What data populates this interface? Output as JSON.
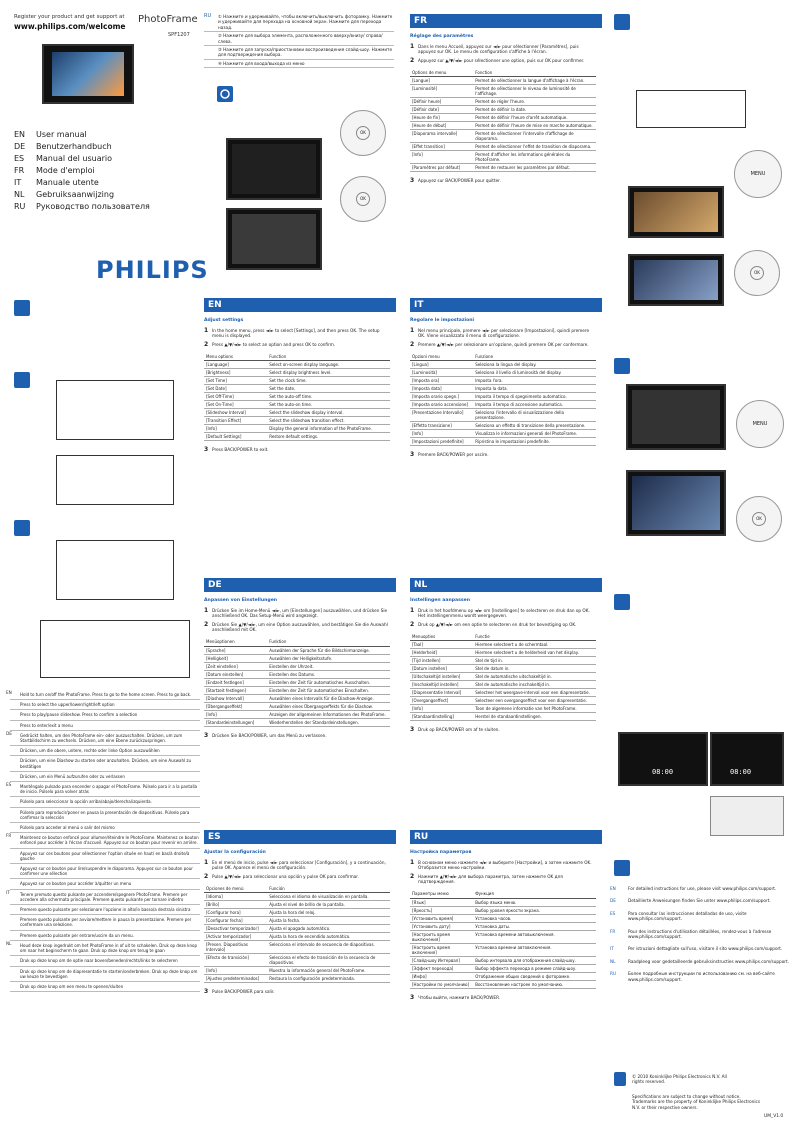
{
  "cover": {
    "register_line1": "Register your product and get support at",
    "register_url": "www.philips.com/welcome",
    "product_title": "PhotoFrame",
    "model": "SPF1207",
    "brand": "PHILIPS",
    "manuals": [
      {
        "code": "EN",
        "title": "User manual"
      },
      {
        "code": "DE",
        "title": "Benutzerhandbuch"
      },
      {
        "code": "ES",
        "title": "Manual del usuario"
      },
      {
        "code": "FR",
        "title": "Mode d'emploi"
      },
      {
        "code": "IT",
        "title": "Manuale utente"
      },
      {
        "code": "NL",
        "title": "Gebruiksaanwijzing"
      },
      {
        "code": "RU",
        "title": "Руководство пользователя"
      }
    ]
  },
  "ru_buttons": {
    "code": "RU",
    "items": [
      "Нажмите и удерживайте, чтобы включить/выключить фотоpамку. Нажмите и удерживайте для перехода на основной экран. Нажмите для перехода назад.",
      "Нажмите для выбора элемента, расположенного вверху/внизу/ справа/слева.",
      "Нажмите для запуска/приостановки воспроизведения слайд-шоу. Нажмите для подтверждения выбора.",
      "Нажмите для входа/выхода из меню"
    ]
  },
  "button_list": [
    {
      "lang": "EN",
      "items": [
        "Hold to turn on/off the PhotoFrame. Press to go to the home screen. Press to go back.",
        "Press to select the upper/lower/right/left option",
        "Press to play/pause slideshow. Press to confirm a selection",
        "Press to enter/exit a menu"
      ]
    },
    {
      "lang": "DE",
      "items": [
        "Gedrückt halten, um den PhotoFrame ein- oder auszuschalten. Drücken, um zum Startbildschirm zu wechseln. Drücken, um eine Ebene zurückzuspringen.",
        "Drücken, um die obere, untere, rechte oder linke Option auszuwählen",
        "Drücken, um eine Diashow zu starten oder anzuhalten. Drücken, um eine Auswahl zu bestätigen",
        "Drücken, um ein Menü aufzurufen oder zu verlassen"
      ]
    },
    {
      "lang": "ES",
      "items": [
        "Manténgalo pulsado para encender o apagar el PhotoFrame. Púlselo para ir a la pantalla de inicio. Púlselo para volver atrás",
        "Púlselo para seleccionar la opción arriba/abajo/derecha/izquierda.",
        "Púlselo para reproducir/poner en pausa la presentación de diapositivas. Púlselo para confirmar la selección",
        "Púlselo para acceder al menú o salir del mismo"
      ]
    },
    {
      "lang": "FR",
      "items": [
        "Maintenez ce bouton enfoncé pour allumer/éteindre le PhotoFrame. Maintenez ce bouton enfoncé pour accéder à l'écran d'accueil. Appuyez sur ce bouton pour revenir en arrière.",
        "Appuyez sur ces boutons pour sélectionner l'option située en haut/ en bas/à droite/à gauche",
        "Appuyez sur ce bouton pour lire/suspendre le diaporama. Appuyez sur ce bouton pour confirmer une sélection",
        "Appuyez sur ce bouton pour accéder à/quitter un menu"
      ]
    },
    {
      "lang": "IT",
      "items": [
        "Tenere premuto questo pulsante per accendere/spegnere PhotoFrame. Premere per accedere alla schermata principale. Premere questo pulsante per tornare indietro",
        "Premere questo pulsante per selezionare l'opzione in alto/in basso/a destra/a sinistra",
        "Premere questo pulsante per avviare/mettere in pausa la presentazione. Premere per confermare una selezione.",
        "Premere questo pulsante per entrare/uscire da un menu."
      ]
    },
    {
      "lang": "NL",
      "items": [
        "Houd deze knop ingedrukt om het PhotoFrame in of uit te schakelen. Druk op deze knop om naar het beginscherm te gaan. Druk op deze knop om terug te gaan",
        "Druk op deze knop om de optie naar boven/beneden/rechts/links te selecteren",
        "Druk op deze knop om de diapresentatie te starten/onderbreken. Druk op deze knop om uw keuze te bevestigen",
        "Druk op deze knop om een menu te openen/sluiten"
      ]
    }
  ],
  "sections": {
    "EN": {
      "header": "EN",
      "subhead": "Adjust settings",
      "steps": [
        "In the home menu, press ◄/► to select [Settings], and then press OK. The setup menu is displayed.",
        "Press ▲/▼/◄/► to select an option and press OK to confirm."
      ],
      "table_head": [
        "Menu options",
        "Function"
      ],
      "rows": [
        [
          "[Language]",
          "Select on-screen display language."
        ],
        [
          "[Brightness]",
          "Select display brightness level."
        ],
        [
          "[Set Time]",
          "Set the clock time."
        ],
        [
          "[Set Date]",
          "Set the date."
        ],
        [
          "[Set Off-Time]",
          "Set the auto-off time."
        ],
        [
          "[Set On-Time]",
          "Set the auto-on time."
        ],
        [
          "[Slideshow Interval]",
          "Select the slideshow display interval."
        ],
        [
          "[Transition Effect]",
          "Select the slideshow transition effect."
        ],
        [
          "[Info]",
          "Display the general information of the PhotoFrame."
        ],
        [
          "[Default Settings]",
          "Restore default settings."
        ]
      ],
      "final": "Press BACK/POWER to exit."
    },
    "FR": {
      "header": "FR",
      "subhead": "Réglage des paramètres",
      "steps": [
        "Dans le menu Accueil, appuyez sur ◄/► pour sélectionner [Paramètres], puis appuyez sur OK. Le menu de configuration s'affiche à l'écran.",
        "Appuyez sur ▲/▼/◄/► pour sélectionner une option, puis sur OK pour confirmer."
      ],
      "table_head": [
        "Options de menu",
        "Fonction"
      ],
      "rows": [
        [
          "[Langue]",
          "Permet de sélectionner la langue d'affichage à l'écran."
        ],
        [
          "[Luminosité]",
          "Permet de sélectionner le niveau de luminosité de l'affichage."
        ],
        [
          "[Définir heure]",
          "Permet de régler l'heure."
        ],
        [
          "[Définir date]",
          "Permet de définir la date."
        ],
        [
          "[Heure de fin]",
          "Permet de définir l'heure d'arrêt automatique."
        ],
        [
          "[Heure de début]",
          "Permet de définir l'heure de mise en marche automatique."
        ],
        [
          "[Diaporama intervalle]",
          "Permet de sélectionner l'intervalle d'affichage de diaporama."
        ],
        [
          "[Effet transition]",
          "Permet de sélectionner l'effet de transition de diaporama."
        ],
        [
          "[Info]",
          "Permet d'afficher les informations générales du PhotoFrame."
        ],
        [
          "[Paramètres par défaut]",
          "Permet de restaurer les paramètres par défaut."
        ]
      ],
      "final": "Appuyez sur BACK/POWER pour quitter."
    },
    "IT": {
      "header": "IT",
      "subhead": "Regolare le impostazioni",
      "steps": [
        "Nel menu principale, premere ◄/► per selezionare [Impostazioni], quindi premere OK. Viene visualizzato il menu di configurazione.",
        "Premere ▲/▼/◄/► per selezionare un'opzione, quindi premere OK per confermare."
      ],
      "table_head": [
        "Opzioni menu",
        "Funzione"
      ],
      "rows": [
        [
          "[Lingua]",
          "Seleziona la lingua del display."
        ],
        [
          "[Luminosità]",
          "Seleziona il livello di luminosità del display."
        ],
        [
          "[Imposta ora]",
          "Imposta l'ora."
        ],
        [
          "[Imposta data]",
          "Imposta la data."
        ],
        [
          "[Imposta orario spegn.]",
          "Imposta il tempo di spegnimento automatico."
        ],
        [
          "[Imposta orario accensione]",
          "Imposta il tempo di accensione automatica."
        ],
        [
          "[Presentazione Intervallo]",
          "Seleziona l'intervallo di visualizzazione della presentazione."
        ],
        [
          "[Effetto transizione]",
          "Seleziona un effetto di transizione della presentazione."
        ],
        [
          "[Info]",
          "Visualizza le informazioni generali del PhotoFrame."
        ],
        [
          "[Impostazioni predefinite]",
          "Ripristina le impostazioni predefinite."
        ]
      ],
      "final": "Premere BACK/POWER per uscire."
    },
    "DE": {
      "header": "DE",
      "subhead": "Anpassen von Einstellungen",
      "steps": [
        "Drücken Sie im Home-Menü ◄/►, um [Einstellungen] auszuwählen, und drücken Sie anschließend OK. Das Setup-Menü wird angezeigt.",
        "Drücken Sie ▲/▼/◄/►, um eine Option auszuwählen, und bestätigen Sie die Auswahl anschließend mit OK."
      ],
      "table_head": [
        "Menüoptionen",
        "Funktion"
      ],
      "rows": [
        [
          "[Sprache]",
          "Auswählen der Sprache für die Bildschirmanzeige."
        ],
        [
          "[Helligkeit]",
          "Auswählen der Helligkeitsstufe."
        ],
        [
          "[Zeit einstellen]",
          "Einstellen der Uhrzeit."
        ],
        [
          "[Datum einstellen]",
          "Einstellen des Datums."
        ],
        [
          "[Endzeit festlegen]",
          "Einstellen der Zeit für automatisches Ausschalten."
        ],
        [
          "[Startzeit festlegen]",
          "Einstellen der Zeit für automatisches Einschalten."
        ],
        [
          "[Diashow Intervall]",
          "Auswählen eines Intervalls für die Diashow-Anzeige."
        ],
        [
          "[Übergangseffekt]",
          "Auswählen eines Übergangseffekts für die Diashow."
        ],
        [
          "[Info]",
          "Anzeigen der allgemeinen Informationen des PhotoFrame."
        ],
        [
          "[Standardeinstellungen]",
          "Wiederherstellen der Standardeinstellungen."
        ]
      ],
      "final": "Drücken Sie BACK/POWER, um das Menü zu verlassen."
    },
    "NL": {
      "header": "NL",
      "subhead": "Instellingen aanpassen",
      "steps": [
        "Druk in het hoofdmenu op ◄/► om [Instellingen] te selecteren en druk dan op OK. Het instellingenmenu wordt weergegeven.",
        "Druk op ▲/▼/◄/► om een optie te selecteren en druk ter bevestiging op OK."
      ],
      "table_head": [
        "Menuopties",
        "Functie"
      ],
      "rows": [
        [
          "[Taal]",
          "Hiermee selecteert u de schermtaal."
        ],
        [
          "[Helderheid]",
          "Hiermee selecteert u de helderheid van het display."
        ],
        [
          "[Tijd instellen]",
          "Stel de tijd in."
        ],
        [
          "[Datum instellen]",
          "Stel de datum in."
        ],
        [
          "[Uitschakeltijd instellen]",
          "Stel de automatische uitschakeltijd in."
        ],
        [
          "[Inschakeltijd instellen]",
          "Stel de automatische inschakeltijd in."
        ],
        [
          "[Diapresentatie Interval]",
          "Selecteer het weergave-interval voor een diapresentatie."
        ],
        [
          "[Overgangseffect]",
          "Selecteer een overgangseffect voor een diapresentatie."
        ],
        [
          "[Info]",
          "Toon de algemene informatie van het PhotoFrame."
        ],
        [
          "[Standaardinstelling]",
          "Herstel de standaardinstellingen."
        ]
      ],
      "final": "Druk op BACK/POWER om af te sluiten."
    },
    "ES": {
      "header": "ES",
      "subhead": "Ajustar la configuración",
      "steps": [
        "En el menú de inicio, pulse ◄/► para seleccionar [Configuración], y a continuación, pulse OK. Aparece el menú de configuración.",
        "Pulse ▲/▼/◄/► para seleccionar una opción y pulse OK para confirmar."
      ],
      "table_head": [
        "Opciones de menú",
        "Función"
      ],
      "rows": [
        [
          "[Idioma]",
          "Selecciona el idioma de visualización en pantalla."
        ],
        [
          "[Brillo]",
          "Ajusta el nivel de brillo de la pantalla."
        ],
        [
          "[Configurar hora]",
          "Ajusta la hora del reloj."
        ],
        [
          "[Configurar fecha]",
          "Ajusta la fecha."
        ],
        [
          "[Desactivar temporizador]",
          "Ajusta el apagado automático."
        ],
        [
          "[Activar temporizador]",
          "Ajusta la hora de encendido automático."
        ],
        [
          "[Presen. Diapositivas Intervalo]",
          "Selecciona el intervalo de secuencia de diapositivas."
        ],
        [
          "[Efecto de transición]",
          "Selecciona el efecto de transición de la secuencia de diapositivas."
        ],
        [
          "[Info]",
          "Muestra la información general del PhotoFrame."
        ],
        [
          "[Ajustes predeterminados]",
          "Restaura la configuración predeterminada."
        ]
      ],
      "final": "Pulse BACK/POWER para salir."
    },
    "RU": {
      "header": "RU",
      "subhead": "Настройка параметров",
      "steps": [
        "В основном меню нажмите ◄/► и выберите [Настройки], а затем нажмите OK. Отобразится меню настройки.",
        "Нажмите ▲/▼/◄/► для выбора параметра, затем нажмите OK для подтверждения."
      ],
      "table_head": [
        "Параметры меню",
        "Функция"
      ],
      "rows": [
        [
          "[Язык]",
          "Выбор языка меню."
        ],
        [
          "[Яркость]",
          "Выбор уровня яркости экрана."
        ],
        [
          "[Установить время]",
          "Установка часов."
        ],
        [
          "[Установить дату]",
          "Установка даты."
        ],
        [
          "[Настроить время выключения]",
          "Установка времени автовыключения."
        ],
        [
          "[Настроить время включения]",
          "Установка времени автовключения."
        ],
        [
          "[Слайд-шоу Интервал]",
          "Выбор интервала для отображения слайд-шоу."
        ],
        [
          "[Эффект перехода]",
          "Выбор эффекта перехода в режиме слайд-шоу."
        ],
        [
          "[Инфо]",
          "Отображение общих сведений о фоторамке."
        ],
        [
          "[Настройки по умолчанию]",
          "Восстановление настроек по умолчанию."
        ]
      ],
      "final": "Чтобы выйти, нажмите BACK/POWER."
    }
  },
  "support": [
    {
      "code": "EN",
      "text": "For detailed instructions for use, please visit www.philips.com/support."
    },
    {
      "code": "DE",
      "text": "Detaillierte Anweisungen finden Sie unter www.philips.com/support."
    },
    {
      "code": "ES",
      "text": "Para consultar las instrucciones detalladas de uso, visite www.philips.com/support."
    },
    {
      "code": "FR",
      "text": "Pour des instructions d'utilisation détaillées, rendez-vous à l'adresse www.philips.com/support."
    },
    {
      "code": "IT",
      "text": "Per istruzioni dettagliate sull'uso, visitare il sito www.philips.com/support."
    },
    {
      "code": "NL",
      "text": "Raadpleeg voor gedetailleerde gebruiksinstructies www.philips.com/support."
    },
    {
      "code": "RU",
      "text": "Более подробные инструкции по использованию см. на веб-сайте www.philips.com/support."
    }
  ],
  "footer": {
    "copyright": "© 2010 Koninklijke Philips Electronics N.V. All rights reserved.",
    "notice": "Specifications are subject to change without notice. Trademarks are the property of Koninklijke Philips Electronics N.V. or their respective owners.",
    "code": "UM_V1.0"
  },
  "menu_label": "MENU",
  "ok_label": "OK",
  "clock_time": "08:00",
  "colors": {
    "accent": "#1f5fb0"
  }
}
